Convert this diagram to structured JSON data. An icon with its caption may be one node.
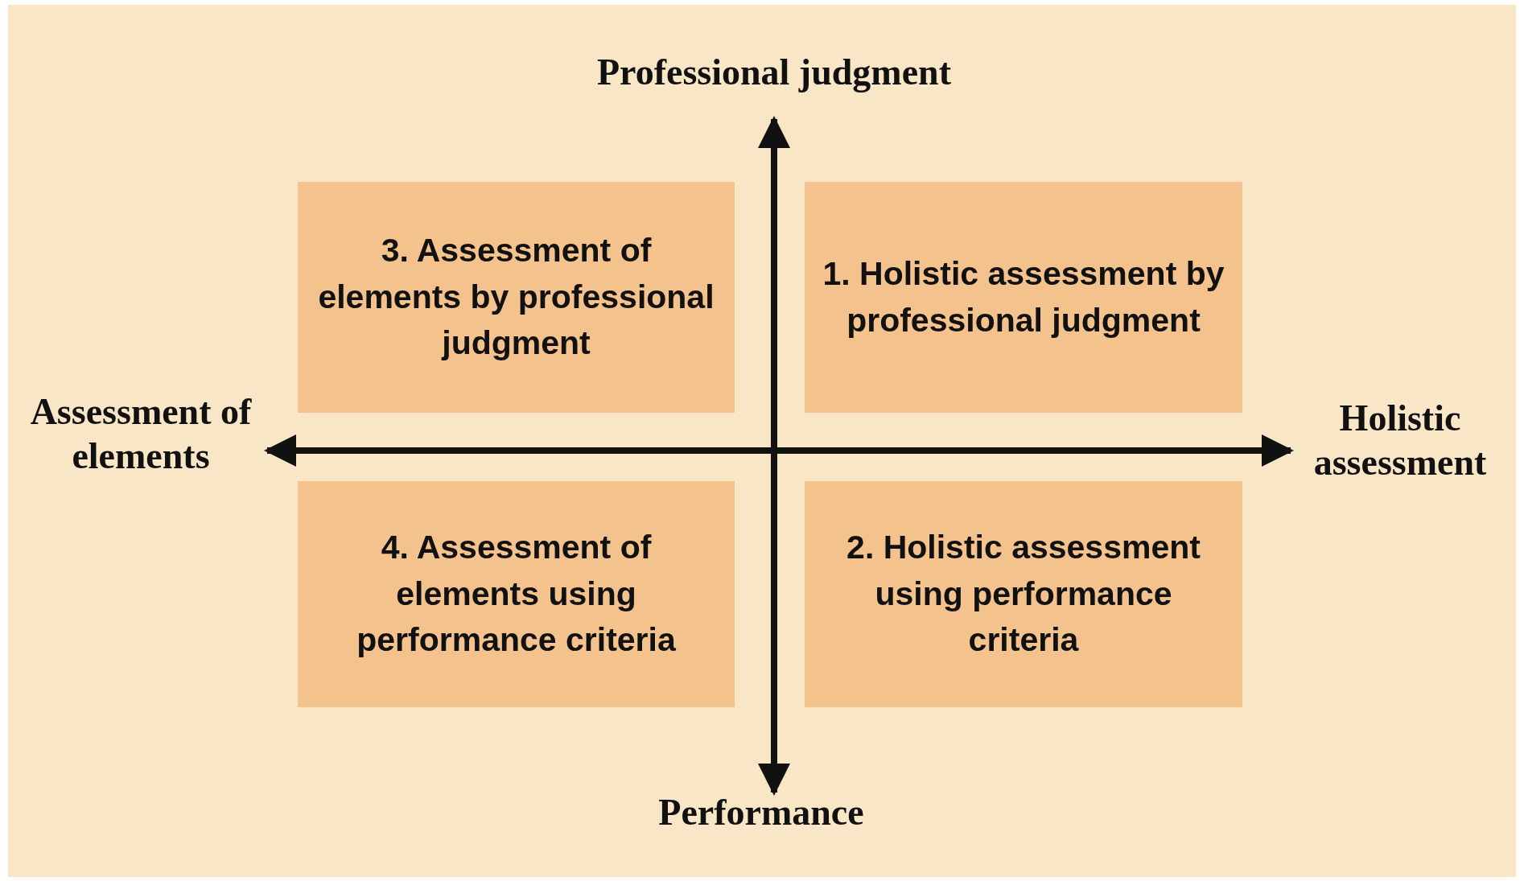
{
  "diagram": {
    "nodes": [
      {
        "text": [
          "3. Assessment of elements by professional judgment"
        ]
      },
      {
        "text": [
          "1. Holistic assessment by professional judgment"
        ]
      },
      {
        "text": [
          "4. Assessment of elements using performance criteria"
        ]
      },
      {
        "text": [
          "2. Holistic assessment using performance criteria"
        ]
      }
    ],
    "labels": [
      "Professional judgment",
      "Assessment of elements",
      "Holistic assessment",
      "Performance"
    ]
  }
}
